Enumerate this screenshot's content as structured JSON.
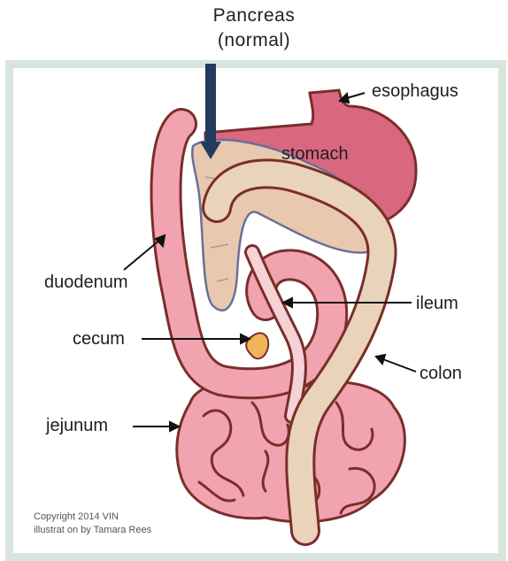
{
  "title": {
    "line1": "Pancreas",
    "line2": "(normal)"
  },
  "labels": {
    "esophagus": "esophagus",
    "stomach": "stomach",
    "duodenum": "duodenum",
    "ileum": "ileum",
    "cecum": "cecum",
    "colon": "colon",
    "jejunum": "jejunum"
  },
  "credit": {
    "line1": "Copyright 2014  VIN",
    "line2": "illustrat on by Tamara Rees"
  },
  "colors": {
    "frame": "#d7e5de",
    "stomach": "#d9677f",
    "intestine": "#f2a3b0",
    "colon": "#e9d3bb",
    "pancreas": "#e8c9b0",
    "outline": "#7a2e2a",
    "arrow": "#243a5e",
    "cecum": "#f0b25a"
  }
}
